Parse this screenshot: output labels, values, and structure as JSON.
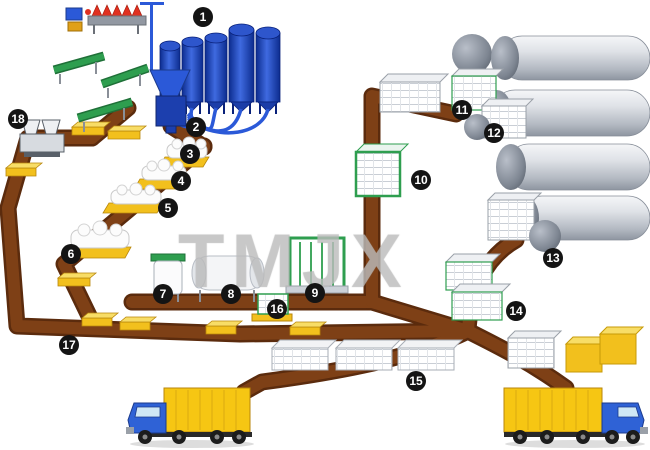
{
  "diagram": {
    "watermark": "TMJX",
    "badges": [
      "1",
      "2",
      "3",
      "4",
      "5",
      "6",
      "7",
      "8",
      "9",
      "10",
      "11",
      "12",
      "13",
      "14",
      "15",
      "16",
      "17",
      "18"
    ]
  },
  "colors": {
    "conveyor_brown": "#7e4016",
    "conveyor_edge": "#5b2b0d",
    "silo_blue": "#2b59d8",
    "machine_green": "#2e9e4f",
    "pallet_yellow": "#f2c01d",
    "autoclave_gray": "#c7cbd2",
    "truck_cab_blue": "#2f62d6",
    "truck_box_yellow": "#f6c613",
    "badge_background": "#141414",
    "watermark_gray": "#c3c3c3"
  }
}
